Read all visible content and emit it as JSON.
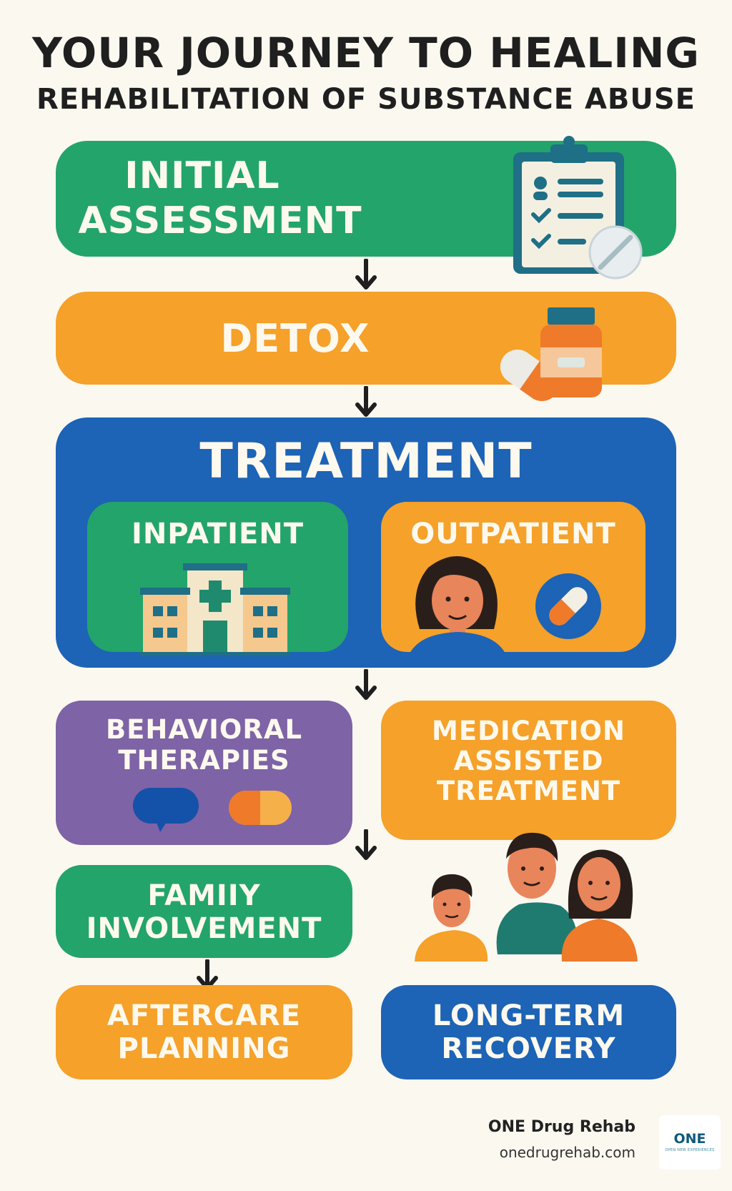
{
  "header": {
    "title": "YOUR JOURNEY TO HEALING",
    "subtitle": "REHABILITATION OF SUBSTANCE ABUSE"
  },
  "steps": {
    "initial_assessment": {
      "line1": "INITIAL",
      "line2": "ASSESSMENT"
    },
    "detox": "DETOX",
    "treatment": {
      "title": "TREATMENT",
      "inpatient": "INPATIENT",
      "outpatient": "OUTPATIENT"
    },
    "behavioral": {
      "line1": "BEHAVIORAL",
      "line2": "THERAPIES"
    },
    "medication": {
      "line1": "MEDICATION",
      "line2": "ASSISTED",
      "line3": "TREATMENT"
    },
    "family": {
      "line1": "FAMIIY",
      "line2": "INVOLVEMENT"
    },
    "aftercare": {
      "line1": "AFTERCARE",
      "line2": "PLANNING"
    },
    "long_term": {
      "line1": "LONG-TERM",
      "line2": "RECOVERY"
    }
  },
  "footer": {
    "brand": "ONE Drug Rehab",
    "url": "onedrugrehab.com",
    "logo_text": "ONE",
    "logo_tagline": "OPEN NEW EXPERIENCES"
  },
  "colors": {
    "green": "#23a46b",
    "orange": "#f5a12a",
    "blue": "#1d63b6",
    "purple": "#7e63a6",
    "background": "#fbf8f0"
  },
  "icons": [
    "clipboard-icon",
    "pill-icon",
    "medicine-bottle-icon",
    "hospital-icon",
    "patient-avatar-icon",
    "capsule-icon",
    "speech-bubble-icon",
    "family-icon",
    "down-arrow-icon"
  ]
}
